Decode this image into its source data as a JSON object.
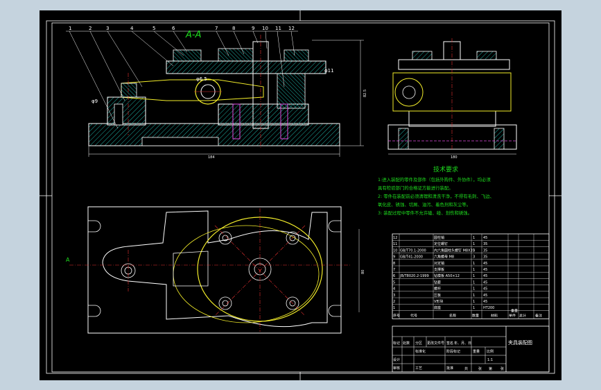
{
  "drawing": {
    "section_label": "A-A",
    "arrow_label": "A",
    "part_numbers": [
      "1",
      "2",
      "3",
      "4",
      "5",
      "6",
      "7",
      "8",
      "9",
      "10",
      "11",
      "12"
    ],
    "dims": {
      "front_width": "184",
      "side_width": "180",
      "height": "82.5",
      "top_width": "80",
      "phi9": "φ9",
      "phi11": "φ11",
      "phi6": "φ6.5"
    },
    "tech": {
      "title": "技术要求",
      "lines": [
        "1:进入装配的零件及部件（包括外购件、外协件），均必须",
        "  具有检验部门的合格证方能进行装配。",
        "2:  零件在装配前必须清理和清洗干净，不得有毛刺、飞边、",
        "  氧化皮、锈蚀、切屑、油污、着色剂和灰尘等。",
        "3:  装配过程中零件不允许磕、碰、划伤和锈蚀。"
      ]
    }
  },
  "bom": {
    "rows": [
      [
        "12",
        "",
        "圆柱销",
        "1",
        "45"
      ],
      [
        "11",
        "",
        "定位螺钉",
        "1",
        "35"
      ],
      [
        "10",
        "GB/T70.1-2000",
        "内六角圆柱头螺钉 M8X35",
        "3",
        "35"
      ],
      [
        "9",
        "GB/T41-2000",
        "六角螺母 M8",
        "3",
        "35"
      ],
      [
        "8",
        "",
        "对定销",
        "1",
        "45"
      ],
      [
        "7",
        "",
        "支撑板",
        "1",
        "45"
      ],
      [
        "6",
        "JB/T8020.2-1999",
        "钻模板 A50×12",
        "1",
        "45"
      ],
      [
        "5",
        "",
        "钻套",
        "1",
        "45"
      ],
      [
        "4",
        "",
        "螺杆",
        "1",
        "45"
      ],
      [
        "3",
        "",
        "压板",
        "1",
        "45"
      ],
      [
        "2",
        "",
        "V形块",
        "1",
        "45"
      ],
      [
        "1",
        "",
        "底座",
        "1",
        "HT200"
      ]
    ],
    "header": [
      "序号",
      "代号",
      "名称",
      "数量",
      "材料",
      "单件",
      "总计",
      "备注"
    ],
    "weight_label": "重量"
  },
  "title_block": {
    "drawing_title": "夹具装配图",
    "marks": [
      "标记",
      "处数",
      "分区",
      "更改文件号",
      "签名",
      "年、月、日"
    ],
    "roles": [
      "设计",
      "标准化",
      "审核",
      "工艺",
      "批准"
    ],
    "stage_labels": [
      "阶段标记",
      "重量",
      "比例"
    ],
    "scale": "1:1",
    "sheet": [
      "共",
      "张",
      "第",
      "张"
    ]
  }
}
